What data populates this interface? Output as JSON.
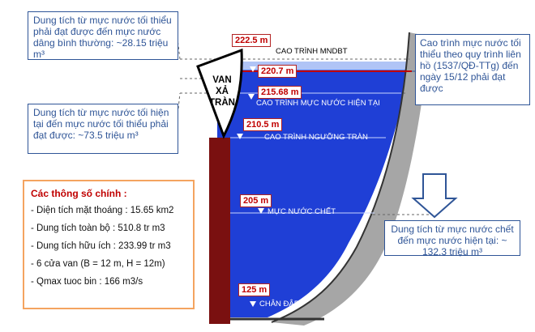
{
  "callouts": {
    "normal_volume": "Dung tích từ mực nước tối thiểu phải đạt được đến mực nước dâng bình thường: ~28.15 triệu m³",
    "current_volume": "Dung tích từ mực nước tối hiện tại đến mực nước tối thiểu phải đạt được: ~73.5 triệu m³",
    "schedule_level": "Cao trình mực nước tối thiểu theo quy trình liên hồ (1537/QĐ-TTg) đến ngày 15/12 phải đạt được",
    "dead_volume": "Dung tích từ mực nước chết đến mực nước hiện tại: ~ 132.3 triệu m³"
  },
  "spillway_label": [
    "VAN",
    "XẢ",
    "TRÀN"
  ],
  "levels": [
    {
      "value": "222.5 m",
      "label": "CAO TRÌNH  MNDBT"
    },
    {
      "value": "220.7 m",
      "label": ""
    },
    {
      "value": "215.68 m",
      "label": "CAO TRÌNH  MỰC NƯỚC HIỆN TẠI"
    },
    {
      "value": "210.5 m",
      "label": "CAO TRÌNH NGƯỠNG TRÀN"
    },
    {
      "value": "205 m",
      "label": "MỰC NƯỚC CHẾT"
    },
    {
      "value": "125 m",
      "label": "CHÂN ĐẬP"
    }
  ],
  "params": {
    "title": "Các thông số chính :",
    "items": [
      "Diện tích mặt thoáng : 15.65 km2",
      "Dung tích toàn bộ : 510.8 tr m3",
      "Dung tích hữu ích : 233.99 tr m3",
      "6 cửa van (B = 12 m, H = 12m)",
      "Qmax tuoc bin : 166 m3/s"
    ]
  },
  "colors": {
    "water": "#1f3fd6",
    "dam": "#7a1010",
    "callout_text": "#2f5597",
    "level_text": "#c00000",
    "schedule_line": "#c00000"
  }
}
